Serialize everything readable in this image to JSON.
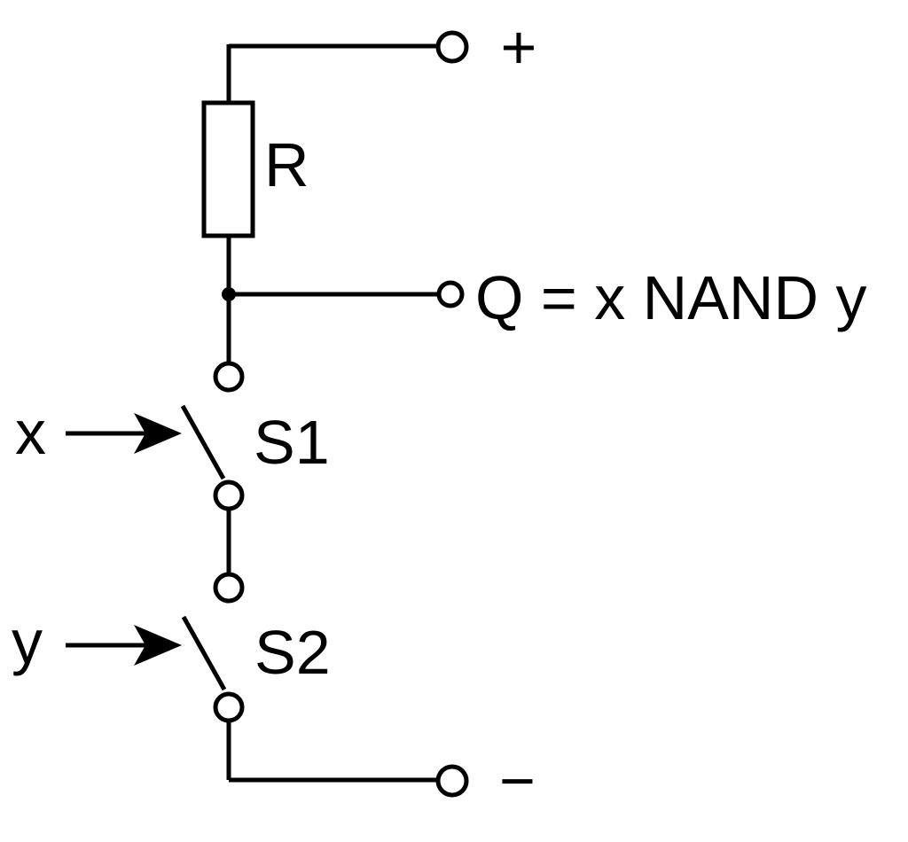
{
  "diagram": {
    "kind": "circuit-schematic",
    "background_color": "#ffffff",
    "stroke_color": "#000000",
    "labels": {
      "supply_positive": "+",
      "resistor": "R",
      "output": "Q = x NAND y",
      "input_x": "x",
      "switch1": "S1",
      "input_y": "y",
      "switch2": "S2",
      "supply_negative": "−"
    },
    "components": [
      {
        "id": "R",
        "type": "resistor"
      },
      {
        "id": "Q",
        "type": "output-terminal",
        "expression": "Q = x NAND y"
      },
      {
        "id": "S1",
        "type": "open-switch",
        "control_input": "x"
      },
      {
        "id": "S2",
        "type": "open-switch",
        "control_input": "y"
      },
      {
        "id": "+",
        "type": "supply-terminal"
      },
      {
        "id": "−",
        "type": "supply-terminal"
      }
    ]
  }
}
